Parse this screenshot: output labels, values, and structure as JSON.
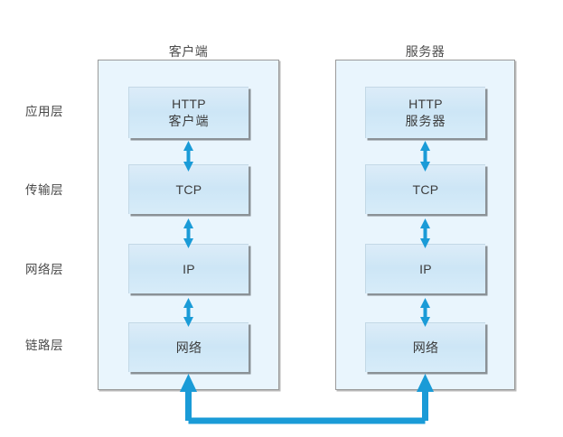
{
  "diagram": {
    "title_alt": "HTTP 客户端与服务器协议层次图",
    "columns": [
      {
        "id": "client",
        "title": "客户端"
      },
      {
        "id": "server",
        "title": "服务器"
      }
    ],
    "layer_labels": [
      {
        "id": "application",
        "text": "应用层"
      },
      {
        "id": "transport",
        "text": "传输层"
      },
      {
        "id": "network",
        "text": "网络层"
      },
      {
        "id": "link",
        "text": "链路层"
      }
    ],
    "client_stack": [
      {
        "id": "http-client",
        "line1": "HTTP",
        "line2": "客户端"
      },
      {
        "id": "tcp",
        "line1": "TCP",
        "line2": ""
      },
      {
        "id": "ip",
        "line1": "IP",
        "line2": ""
      },
      {
        "id": "network",
        "line1": "网络",
        "line2": ""
      }
    ],
    "server_stack": [
      {
        "id": "http-server",
        "line1": "HTTP",
        "line2": "服务器"
      },
      {
        "id": "tcp",
        "line1": "TCP",
        "line2": ""
      },
      {
        "id": "ip",
        "line1": "IP",
        "line2": ""
      },
      {
        "id": "network",
        "line1": "网络",
        "line2": ""
      }
    ],
    "connectors": {
      "vertical_double_arrow_count": 6,
      "physical_link_description": "网络层之间的物理连接"
    },
    "colors": {
      "page_background": "#ffffff",
      "host_fill": "#e9f5fd",
      "host_border": "#9a9a9a",
      "box_fill": "#cde6f6",
      "box_shadow": "#8a9196",
      "arrow_blue": "#1a9bd7",
      "text": "#3c3c3c"
    }
  }
}
